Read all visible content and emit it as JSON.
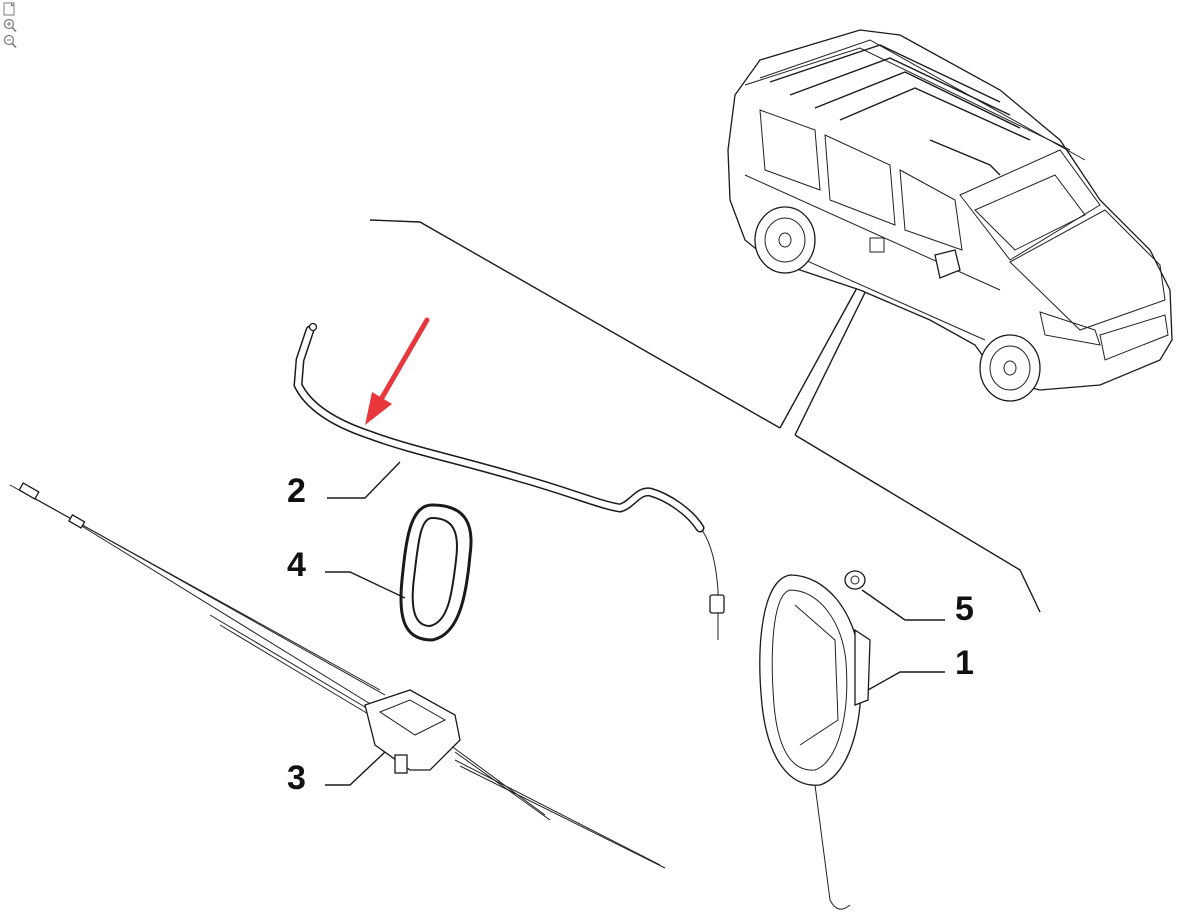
{
  "toolbar": {
    "icons": [
      "fit-page-icon",
      "zoom-in-icon",
      "zoom-out-icon"
    ]
  },
  "callouts": {
    "c1": "1",
    "c2": "2",
    "c3": "3",
    "c4": "4",
    "c5": "5"
  },
  "colors": {
    "arrow": "#e8383d",
    "ink": "#1a1a1a",
    "icon": "#7a7a7a"
  }
}
